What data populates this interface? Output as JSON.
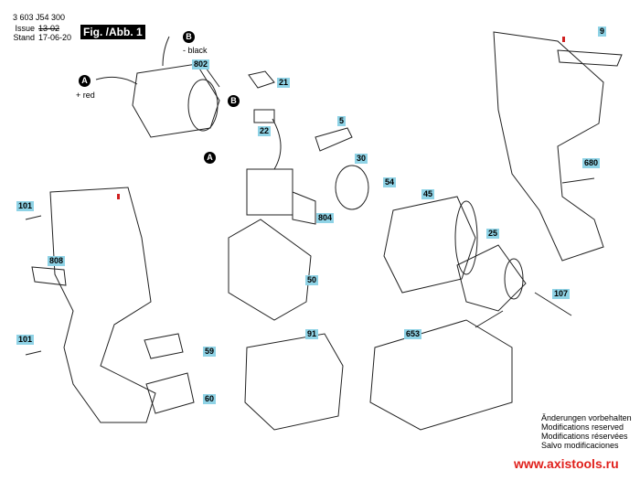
{
  "header": {
    "part_number": "3 603 J54 300",
    "issue_label": "Issue",
    "issue_value": "13-02",
    "stand_label": "Stand",
    "stand_value": "17-06-20",
    "figure": "Fig. /Abb. 1"
  },
  "wires": {
    "a_marker": "A",
    "b_marker": "B",
    "a_text": "+ red",
    "b_text": "- black"
  },
  "parts": [
    "802",
    "21",
    "22",
    "5",
    "30",
    "54",
    "45",
    "804",
    "50",
    "25",
    "107",
    "91",
    "653",
    "9",
    "680",
    "101",
    "101",
    "808",
    "59",
    "60"
  ],
  "notes": [
    "Änderungen vorbehalten",
    "Modifications reserved",
    "Modifications réservées",
    "Salvo modificaciones"
  ],
  "website": "www.axistools.ru",
  "colors": {
    "label_bg": "#8fd3e6",
    "marker": "#d02020",
    "url": "#e0201c"
  }
}
